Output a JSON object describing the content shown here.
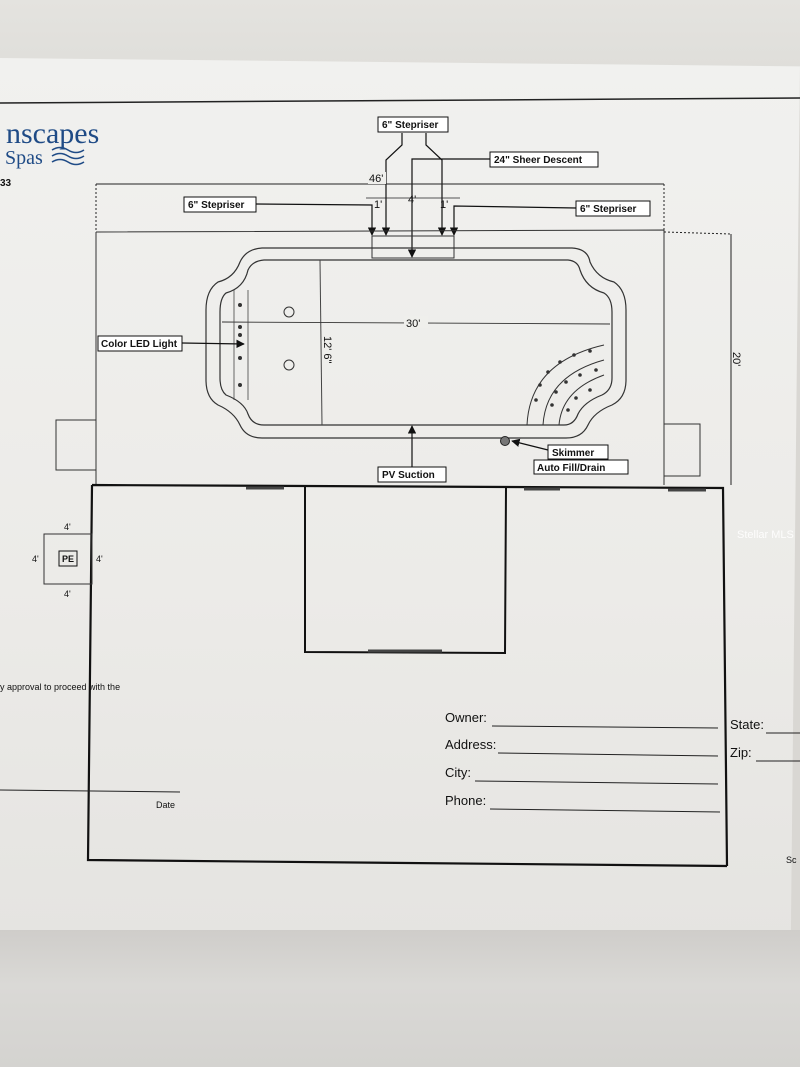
{
  "logo": {
    "line1": "nscapes",
    "line2": "Spas",
    "code": "33"
  },
  "labels": {
    "stepriser_top": "6\" Stepriser",
    "sheer_descent": "24\" Sheer Descent",
    "stepriser_left": "6\" Stepriser",
    "stepriser_right": "6\" Stepriser",
    "color_led": "Color LED Light",
    "pv_suction": "PV Suction",
    "skimmer": "Skimmer",
    "auto_fill": "Auto Fill/Drain"
  },
  "dimensions": {
    "deck_width": "46'",
    "step_left": "1'",
    "step_center": "4'",
    "step_right": "1'",
    "pool_length": "30'",
    "pool_width": "12' 6\"",
    "deck_depth": "20'",
    "pe_top": "4'",
    "pe_bottom": "4'",
    "pe_left": "4'",
    "pe_right": "4'"
  },
  "equipment": {
    "pe_label": "PE"
  },
  "approval_text": "y approval to proceed with the",
  "date_label": "Date",
  "form": {
    "owner": "Owner:",
    "address": "Address:",
    "city": "City:",
    "phone": "Phone:",
    "state": "State:",
    "zip": "Zip:",
    "sc": "Sc"
  },
  "watermark": "Stellar MLS"
}
